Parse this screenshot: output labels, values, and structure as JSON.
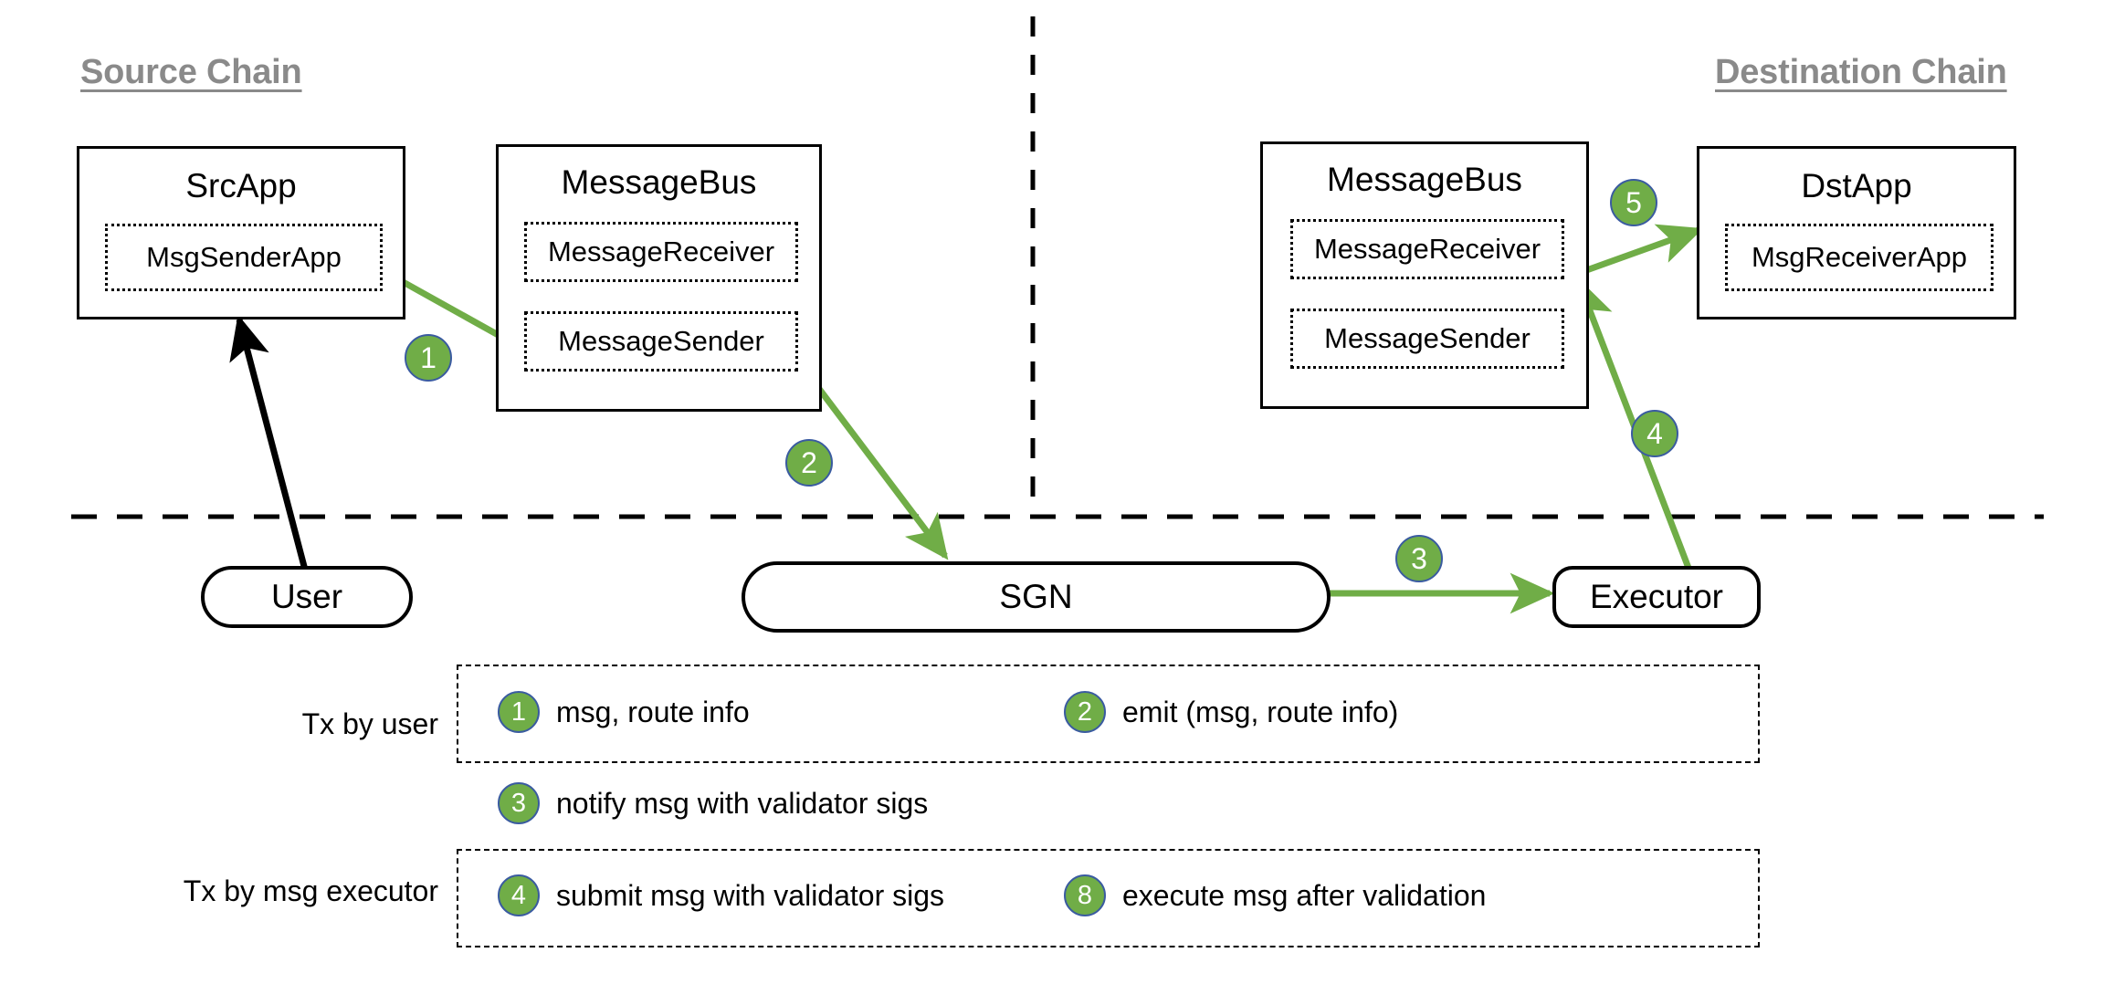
{
  "diagram": {
    "title_source": "Source Chain",
    "title_destination": "Destination Chain"
  },
  "source_chain": {
    "src_app": {
      "title": "SrcApp",
      "component": "MsgSenderApp"
    },
    "message_bus": {
      "title": "MessageBus",
      "components": [
        "MessageReceiver",
        "MessageSender"
      ]
    }
  },
  "destination_chain": {
    "message_bus": {
      "title": "MessageBus",
      "components": [
        "MessageReceiver",
        "MessageSender"
      ]
    },
    "dst_app": {
      "title": "DstApp",
      "component": "MsgReceiverApp"
    }
  },
  "offchain": {
    "user": "User",
    "sgn": "SGN",
    "executor": "Executor"
  },
  "flow_badges": [
    {
      "id": "flow-1",
      "number": "1"
    },
    {
      "id": "flow-2",
      "number": "2"
    },
    {
      "id": "flow-3",
      "number": "3"
    },
    {
      "id": "flow-4",
      "number": "4"
    },
    {
      "id": "flow-5",
      "number": "5"
    }
  ],
  "legend": {
    "row_user_label": "Tx by user",
    "row_executor_label": "Tx by msg executor",
    "items": [
      {
        "number": "1",
        "text": "msg, route info"
      },
      {
        "number": "2",
        "text": "emit (msg, route info)"
      },
      {
        "number": "3",
        "text": "notify msg with validator sigs"
      },
      {
        "number": "4",
        "text": "submit msg with validator sigs"
      },
      {
        "number": "8",
        "text": "execute msg after validation"
      }
    ]
  },
  "colors": {
    "badge_fill": "#70ad47",
    "badge_border": "#3a5ba0",
    "arrow_green": "#70ad47",
    "arrow_black": "#000000",
    "title_gray": "#8a8a8a"
  }
}
